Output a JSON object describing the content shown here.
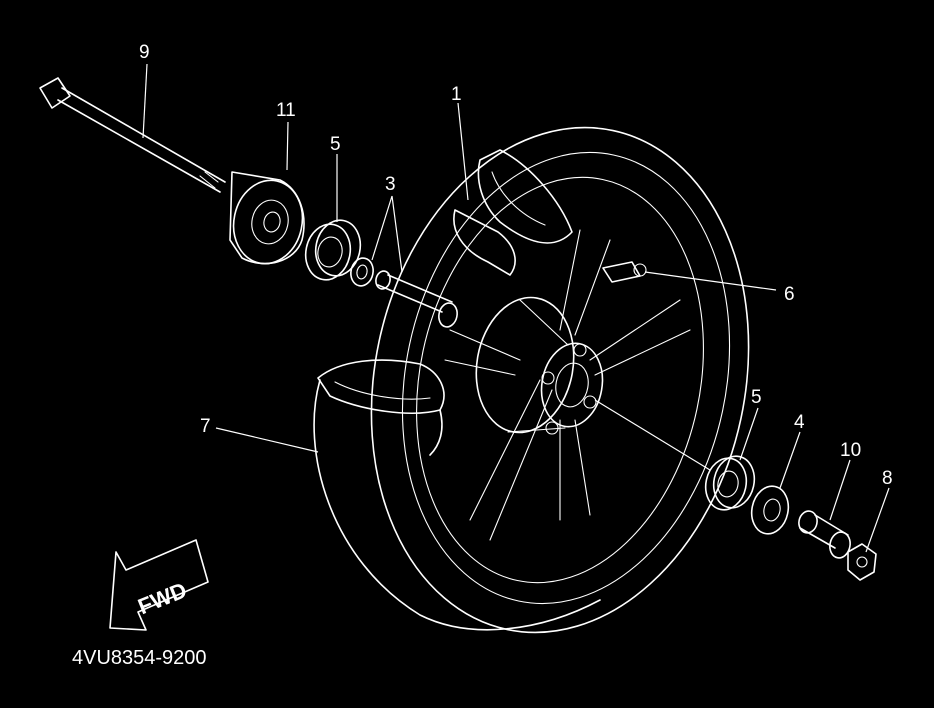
{
  "callouts": [
    {
      "id": "9",
      "label": "9"
    },
    {
      "id": "11",
      "label": "11"
    },
    {
      "id": "5a",
      "label": "5"
    },
    {
      "id": "3",
      "label": "3"
    },
    {
      "id": "1",
      "label": "1"
    },
    {
      "id": "6",
      "label": "6"
    },
    {
      "id": "7",
      "label": "7"
    },
    {
      "id": "5b",
      "label": "5"
    },
    {
      "id": "4",
      "label": "4"
    },
    {
      "id": "10",
      "label": "10"
    },
    {
      "id": "8",
      "label": "8"
    }
  ],
  "fwd_label": "FWD",
  "diagram_code": "4VU8354-9200",
  "colors": {
    "background": "#000000",
    "line": "#ffffff"
  }
}
